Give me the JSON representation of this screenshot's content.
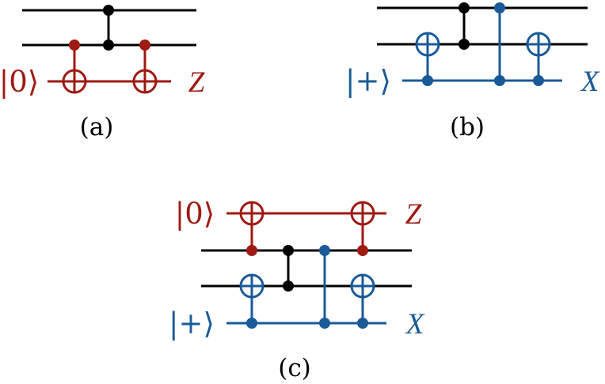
{
  "colors": {
    "wire": "#000000",
    "red": "#9e1a12",
    "blue": "#1a5a98"
  },
  "panels": {
    "a": {
      "caption": "(a)",
      "ancilla_state": "|0⟩",
      "ancilla_basis": "Z"
    },
    "b": {
      "caption": "(b)",
      "ancilla_state": "|+⟩",
      "ancilla_basis": "X"
    },
    "c": {
      "caption": "(c)",
      "top_ancilla_state": "|0⟩",
      "top_ancilla_basis": "Z",
      "bottom_ancilla_state": "|+⟩",
      "bottom_ancilla_basis": "X"
    }
  }
}
